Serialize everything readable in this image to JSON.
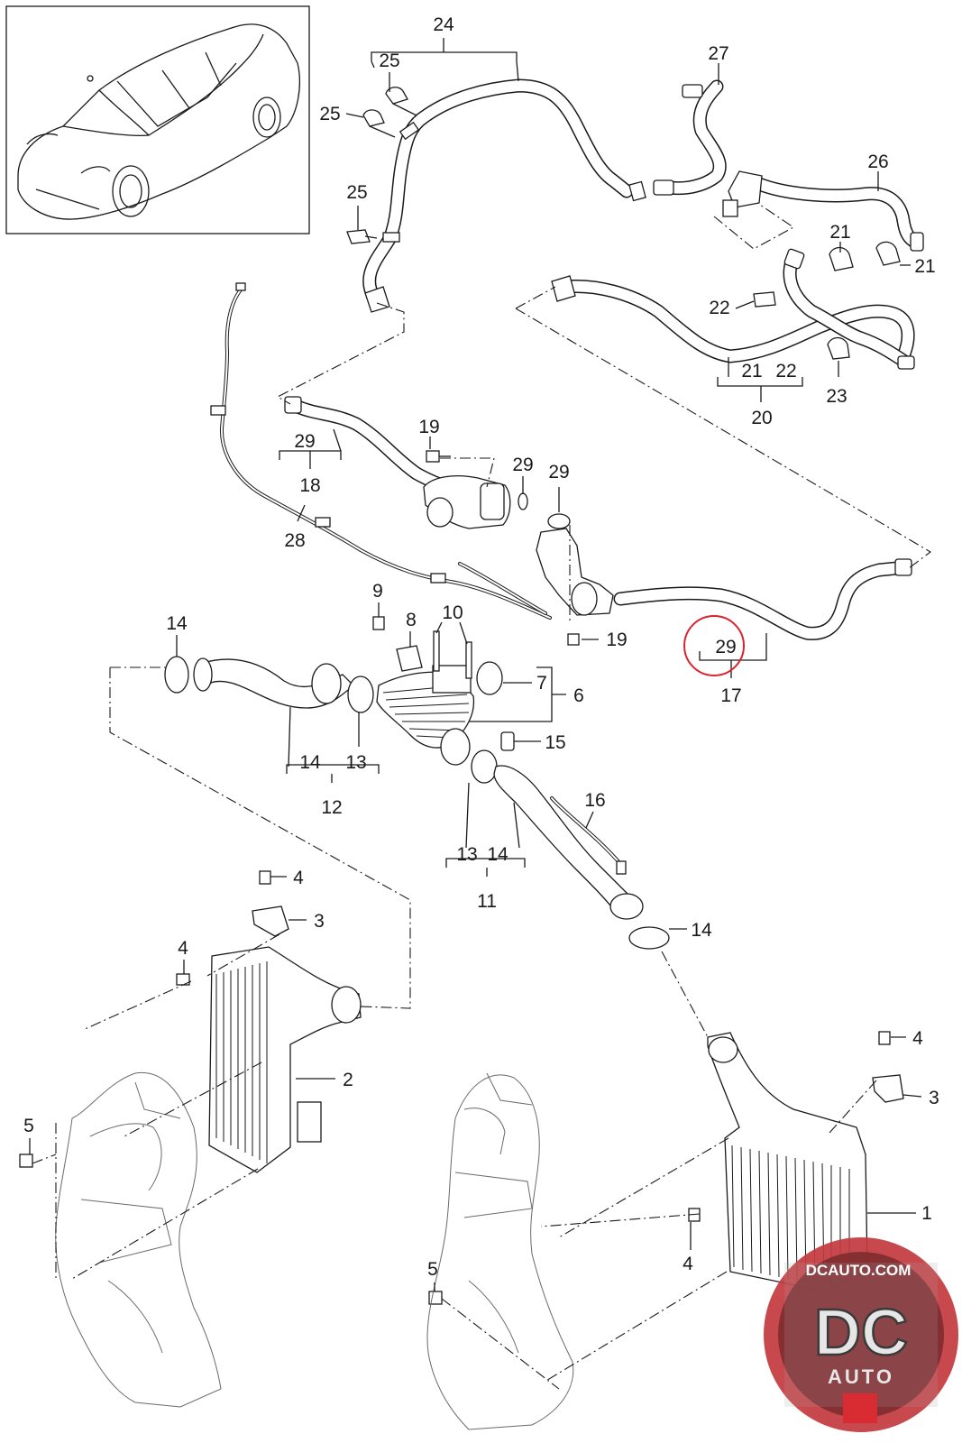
{
  "diagram": {
    "callouts": {
      "c1": "1",
      "c2": "2",
      "c3a": "3",
      "c3b": "3",
      "c4a": "4",
      "c4b": "4",
      "c4c": "4",
      "c4d": "4",
      "c5a": "5",
      "c5b": "5",
      "c6": "6",
      "c7": "7",
      "c8": "8",
      "c9": "9",
      "c10": "10",
      "c11": "11",
      "c12": "12",
      "c13a": "13",
      "c13b": "13",
      "c14a": "14",
      "c14b": "14",
      "c14c": "14",
      "c14d": "14",
      "c15": "15",
      "c16": "16",
      "c17": "17",
      "c18": "18",
      "c19a": "19",
      "c19b": "19",
      "c20": "20",
      "c21a": "21",
      "c21b": "21",
      "c21c": "21",
      "c22a": "22",
      "c22b": "22",
      "c23": "23",
      "c24": "24",
      "c25a": "25",
      "c25b": "25",
      "c25c": "25",
      "c26": "26",
      "c27": "27",
      "c28": "28",
      "c29a": "29",
      "c29b": "29",
      "c29c": "29",
      "c29d": "29"
    },
    "highlight_color": "#d9232e",
    "line_color": "#1a1a1a"
  },
  "watermark": {
    "url_text": "DCAUTO.COM",
    "logo_text": "DC",
    "sub_text": "AUTO",
    "colors": {
      "ring": "#c23a3f",
      "inner": "#7a2a2e",
      "red": "#d92b32"
    }
  }
}
